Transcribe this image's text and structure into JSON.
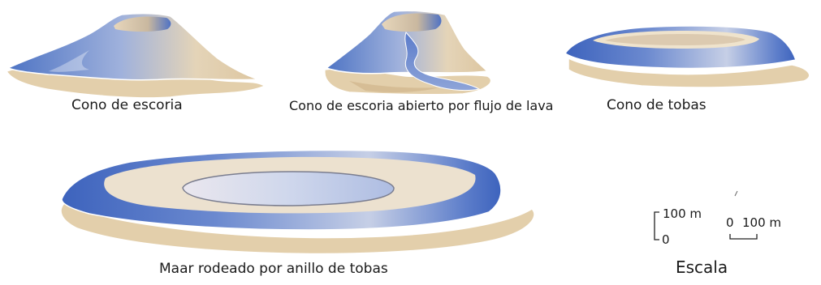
{
  "labels": {
    "cinder_cone": "Cono de escoria",
    "breached_cone": "Cono de escoria abierto por flujo de lava",
    "tuff_cone": "Cono de tobas",
    "maar": "Maar rodeado por anillo de tobas"
  },
  "scale": {
    "vertical_top": "100 m",
    "vertical_zero": "0",
    "horizontal_zero": "0",
    "horizontal_max": "100 m",
    "title": "Escala"
  },
  "colors": {
    "tan": "#e6d2b0",
    "tan_dark": "#d6bd95",
    "blue": "#4c73c6",
    "blue_light": "#a9b8df",
    "pale_blue": "#d8dff0"
  }
}
